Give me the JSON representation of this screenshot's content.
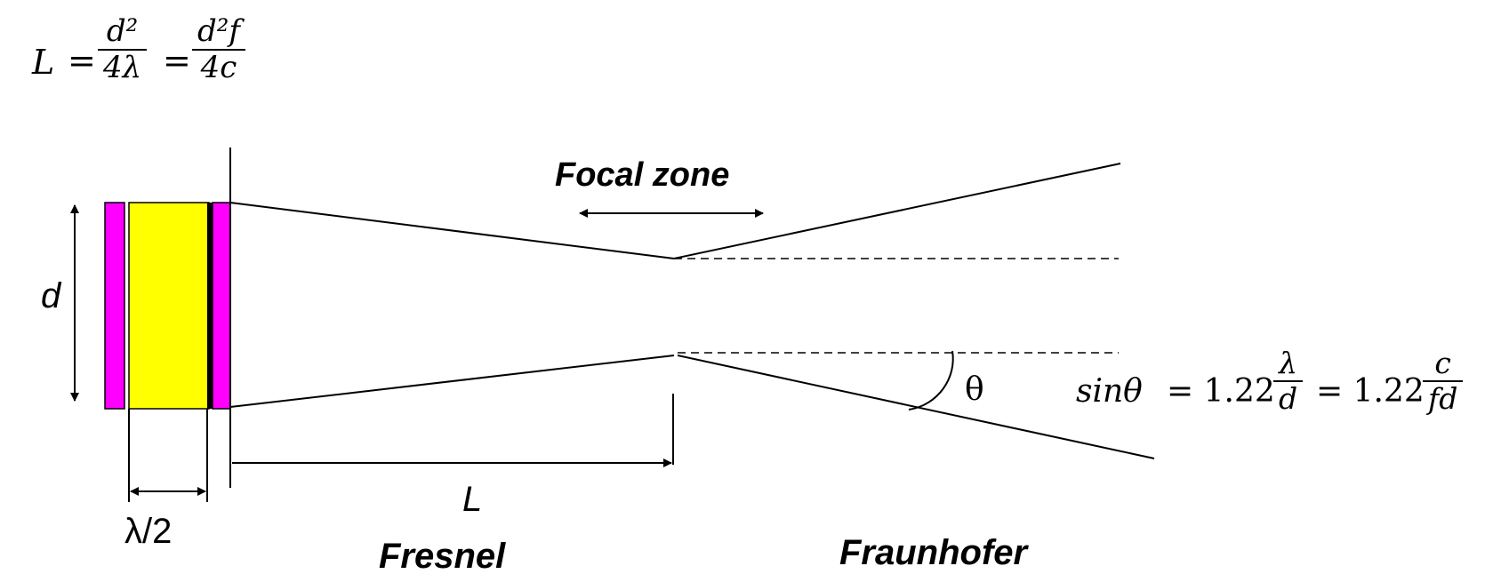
{
  "formulas": {
    "length": {
      "lhs": "L",
      "eq1": "=",
      "frac1_num": "d²",
      "frac1_den": "4λ",
      "eq2": "=",
      "frac2_num": "d²f",
      "frac2_den": "4c"
    },
    "angle": {
      "lhs": "sinθ",
      "eq1": "= 1.22",
      "frac1_num": "λ",
      "frac1_den": "d",
      "eq2": "= 1.22",
      "frac2_num": "c",
      "frac2_den": "fd"
    }
  },
  "labels": {
    "focal_zone": "Focal zone",
    "d": "d",
    "theta": "θ",
    "L": "L",
    "half_wavelength": "λ/2",
    "fresnel": "Fresnel",
    "fraunhofer": "Fraunhofer"
  },
  "colors": {
    "backing_layer": "#ff00ff",
    "piezo_element": "#ffff00",
    "electrode": "#000000",
    "line": "#000000"
  }
}
